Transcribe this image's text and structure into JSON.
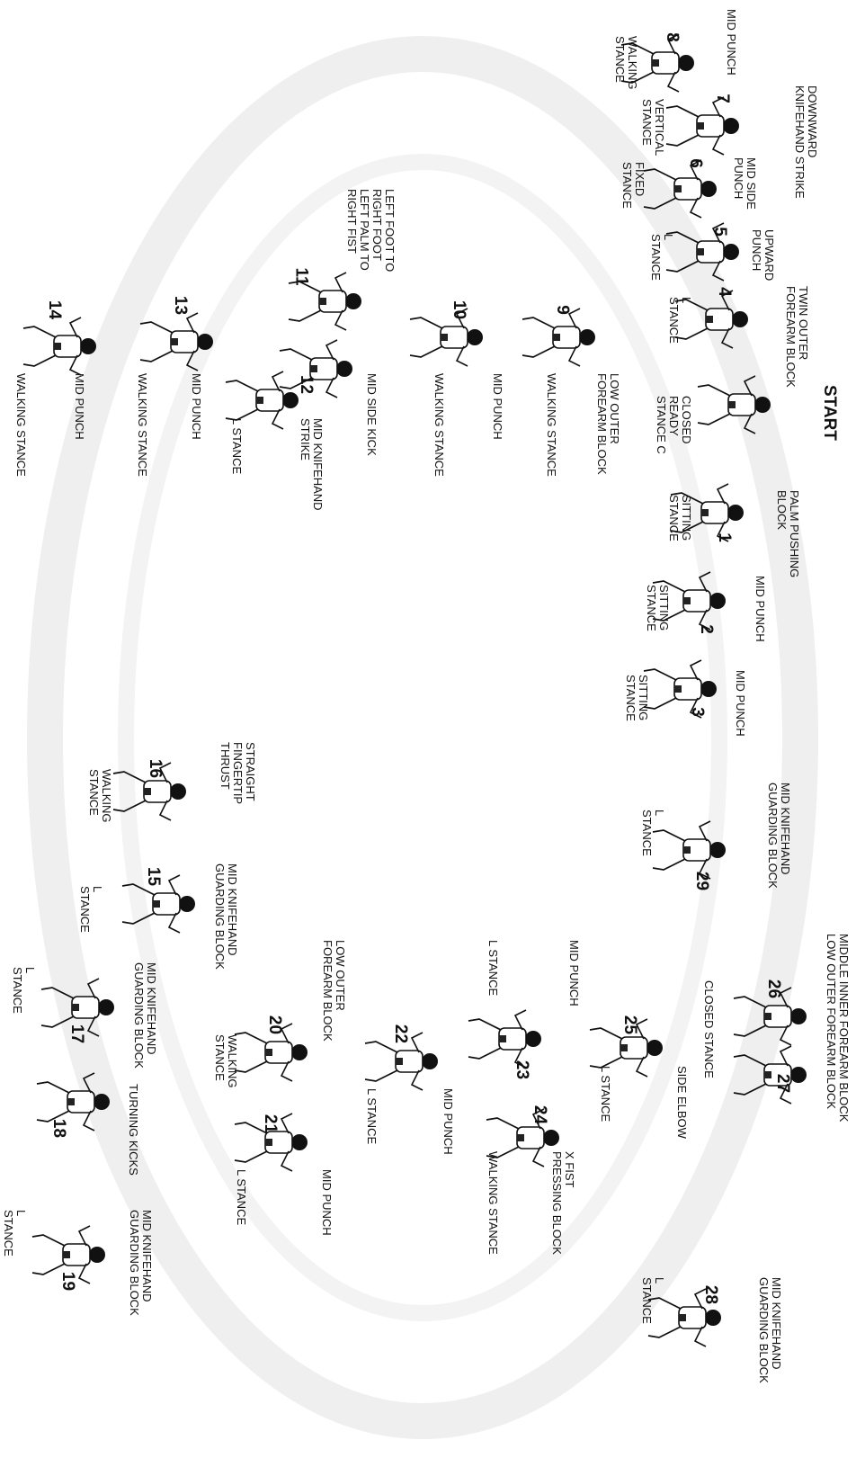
{
  "start_label": "START",
  "colors": {
    "ink": "#111111",
    "belt": "#222222",
    "uniform": "#ffffff",
    "watermark": "#ececec"
  },
  "steps": [
    {
      "id": "start",
      "number": "",
      "move": "",
      "stance": "CLOSED\nREADY\nSTANCE C"
    },
    {
      "id": "1",
      "number": "1",
      "move": "PALM PUSHING\nBLOCK",
      "stance": "SITTING\nSTANCE"
    },
    {
      "id": "2",
      "number": "2",
      "move": "MID PUNCH",
      "stance": "SITTING\nSTANCE"
    },
    {
      "id": "3",
      "number": "3",
      "move": "MID PUNCH",
      "stance": "SITTING\nSTANCE"
    },
    {
      "id": "4",
      "number": "4",
      "move": "TWIN OUTER\nFOREARM BLOCK",
      "stance": "L\nSTANCE"
    },
    {
      "id": "5",
      "number": "5",
      "move": "UPWARD\nPUNCH",
      "stance": "L\nSTANCE"
    },
    {
      "id": "6",
      "number": "6",
      "move": "MID SIDE\nPUNCH",
      "stance": "FIXED\nSTANCE"
    },
    {
      "id": "7",
      "number": "7",
      "move": "DOWNWARD\nKNIFEHAND STRIKE",
      "stance": "VERTICAL\nSTANCE"
    },
    {
      "id": "8",
      "number": "8",
      "move": "MID PUNCH",
      "stance": "WALKING\nSTANCE"
    },
    {
      "id": "9",
      "number": "9",
      "move": "LOW OUTER\nFOREARM BLOCK",
      "stance": "WALKING STANCE"
    },
    {
      "id": "10",
      "number": "10",
      "move": "MID PUNCH",
      "stance": "WALKING STANCE"
    },
    {
      "id": "11",
      "number": "11",
      "move": "",
      "stance": "LEFT FOOT TO\nRIGHT FOOT\nLEFT PALM TO\nRIGHT FIST"
    },
    {
      "id": "12",
      "number": "12",
      "move": "MID KNIFEHAND\nSTRIKE",
      "stance": "L STANCE"
    },
    {
      "id": "12k",
      "number": "",
      "move": "MID SIDE KICK",
      "stance": ""
    },
    {
      "id": "13",
      "number": "13",
      "move": "MID PUNCH",
      "stance": "WALKING STANCE"
    },
    {
      "id": "14",
      "number": "14",
      "move": "MID PUNCH",
      "stance": "WALKING STANCE"
    },
    {
      "id": "15",
      "number": "15",
      "move": "MID KNIFEHAND\nGUARDING BLOCK",
      "stance": "L\nSTANCE"
    },
    {
      "id": "16",
      "number": "16",
      "move": "STRAIGHT\nFINGERTIP\nTHRUST",
      "stance": "WALKING\nSTANCE"
    },
    {
      "id": "17",
      "number": "17",
      "move": "MID KNIFEHAND\nGUARDING BLOCK",
      "stance": "L\nSTANCE"
    },
    {
      "id": "18",
      "number": "18",
      "move": "TURNING KICKS",
      "stance": ""
    },
    {
      "id": "19",
      "number": "19",
      "move": "MID KNIFEHAND\nGUARDING BLOCK",
      "stance": "L\nSTANCE"
    },
    {
      "id": "20",
      "number": "20",
      "move": "LOW OUTER\nFOREARM BLOCK",
      "stance": "WALKING\nSTANCE"
    },
    {
      "id": "21",
      "number": "21",
      "move": "MID PUNCH",
      "stance": "L STANCE"
    },
    {
      "id": "22",
      "number": "22",
      "move": "MID PUNCH",
      "stance": "L STANCE"
    },
    {
      "id": "23",
      "number": "23",
      "move": "MID PUNCH",
      "stance": "L STANCE"
    },
    {
      "id": "24",
      "number": "24",
      "move": "X FIST\nPRESSING BLOCK",
      "stance": "WALKING STANCE"
    },
    {
      "id": "25",
      "number": "25",
      "move": "SIDE ELBOW",
      "stance": "L STANCE"
    },
    {
      "id": "26",
      "number": "26",
      "move": "MIDDLE INNER FOREARM BLOCK\nLOW OUTER FOREARM BLOCK",
      "stance": "CLOSED STANCE"
    },
    {
      "id": "27",
      "number": "27",
      "move": "",
      "stance": ""
    },
    {
      "id": "28",
      "number": "28",
      "move": "MID KNIFEHAND\nGUARDING BLOCK",
      "stance": "L\nSTANCE"
    },
    {
      "id": "29",
      "number": "29",
      "move": "MID KNIFEHAND\nGUARDING BLOCK",
      "stance": "L\nSTANCE"
    }
  ]
}
